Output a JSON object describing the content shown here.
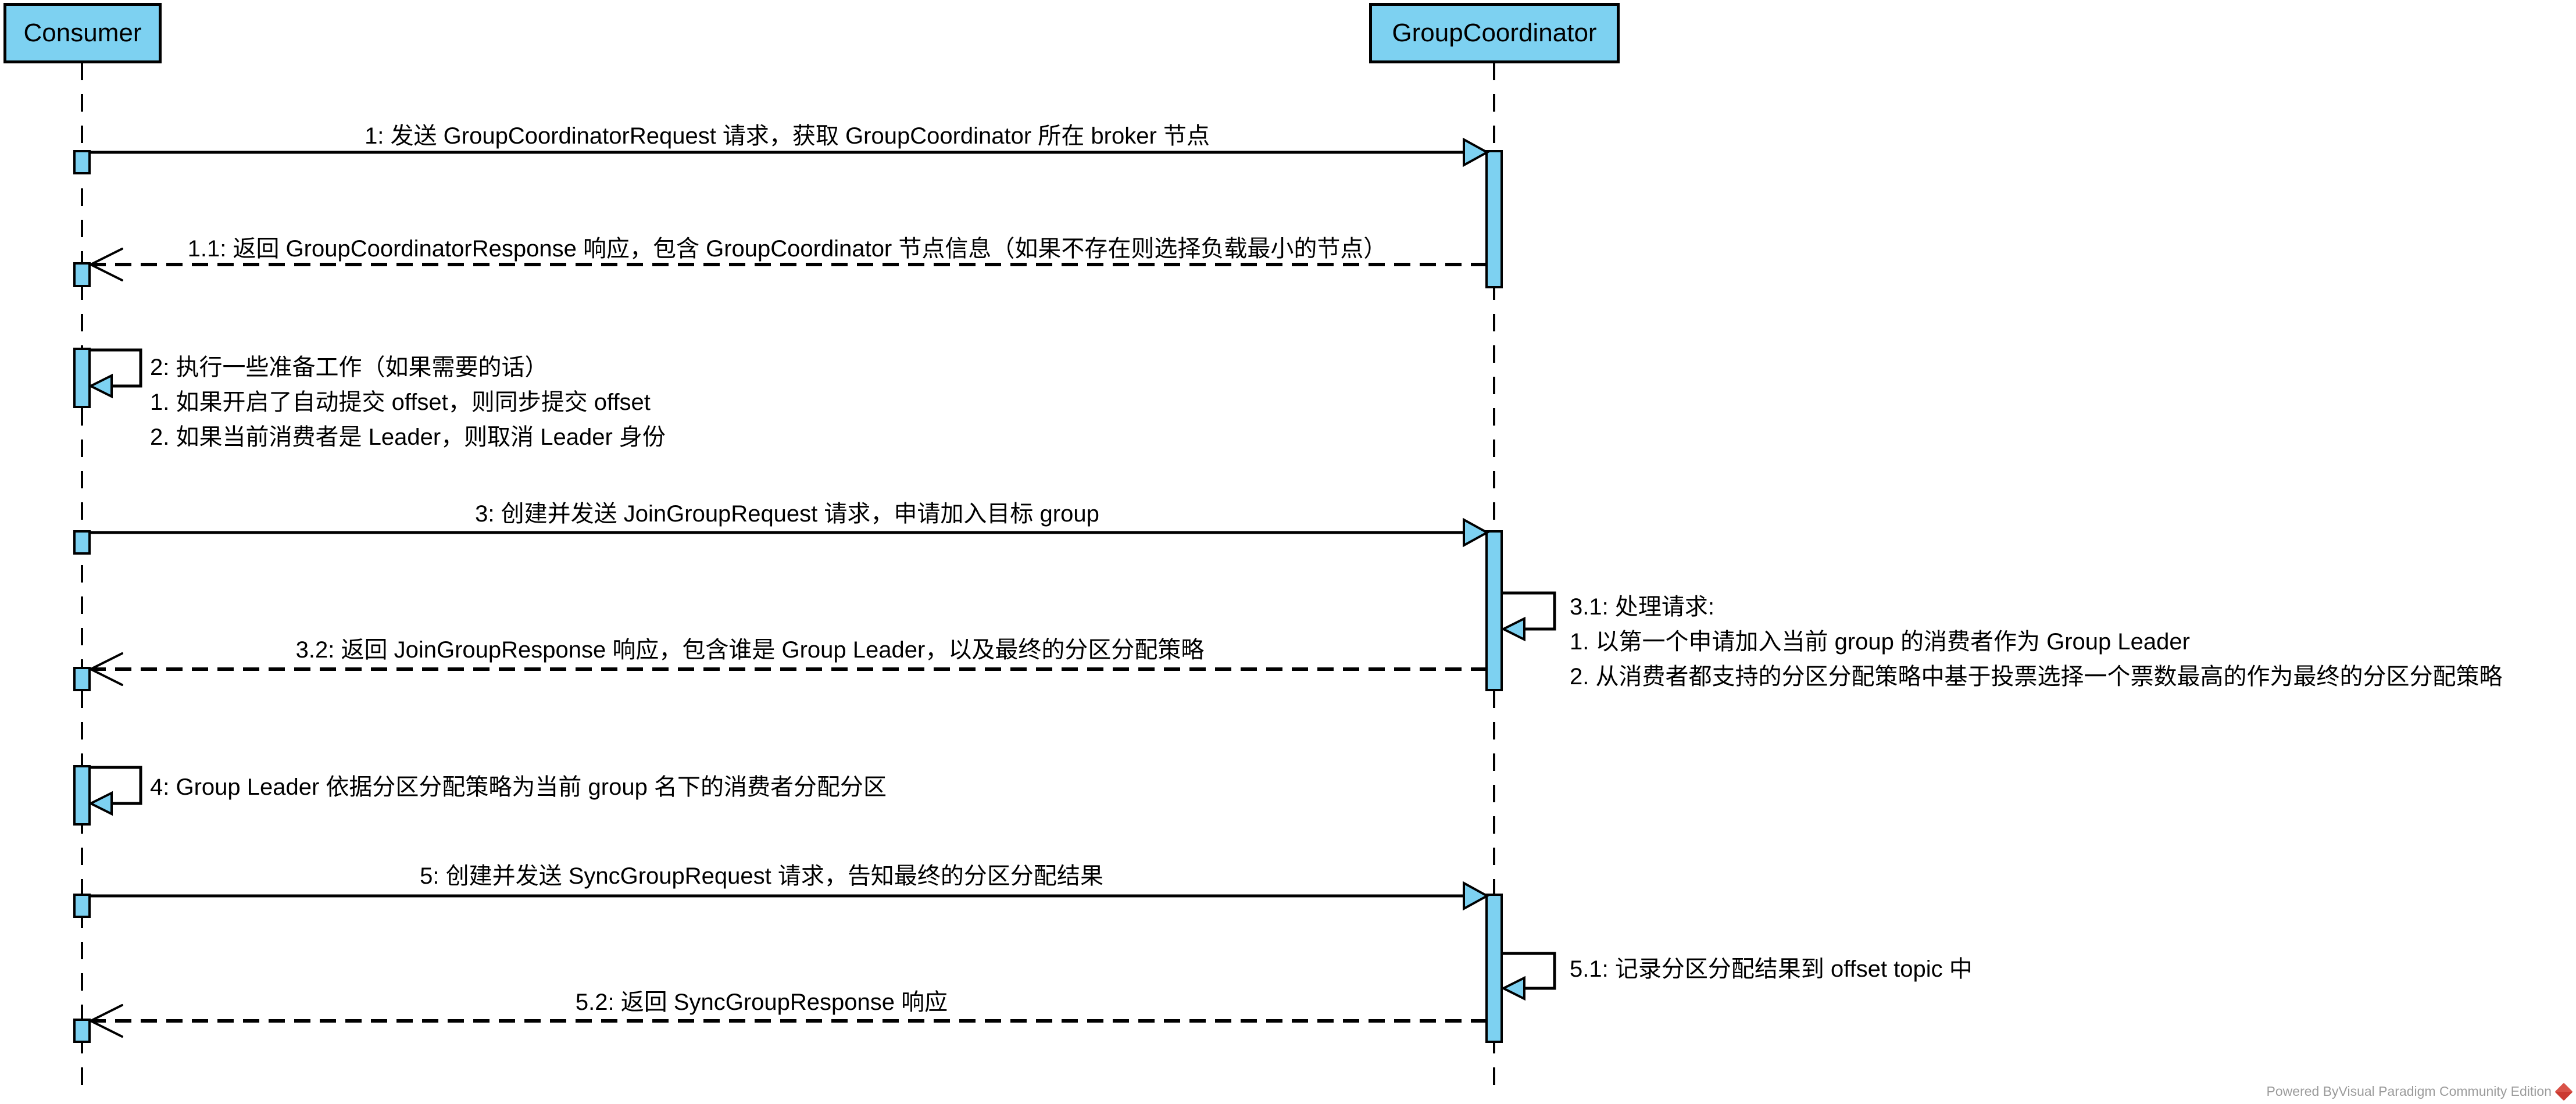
{
  "actors": [
    {
      "name": "Consumer"
    },
    {
      "name": "GroupCoordinator"
    }
  ],
  "messages": [
    {
      "seq": "1",
      "type": "request",
      "from": "Consumer",
      "to": "GroupCoordinator",
      "label": "1: 发送 GroupCoordinatorRequest 请求，获取 GroupCoordinator 所在 broker 节点"
    },
    {
      "seq": "1.1",
      "type": "return",
      "from": "GroupCoordinator",
      "to": "Consumer",
      "label": "1.1: 返回 GroupCoordinatorResponse 响应，包含 GroupCoordinator 节点信息（如果不存在则选择负载最小的节点）"
    },
    {
      "seq": "2",
      "type": "self",
      "from": "Consumer",
      "to": "Consumer",
      "lines": [
        "2: 执行一些准备工作（如果需要的话）",
        "1. 如果开启了自动提交 offset，则同步提交 offset",
        "2. 如果当前消费者是 Leader，则取消 Leader 身份"
      ]
    },
    {
      "seq": "3",
      "type": "request",
      "from": "Consumer",
      "to": "GroupCoordinator",
      "label": "3: 创建并发送 JoinGroupRequest 请求，申请加入目标 group"
    },
    {
      "seq": "3.1",
      "type": "self",
      "from": "GroupCoordinator",
      "to": "GroupCoordinator",
      "lines": [
        "3.1: 处理请求:",
        "1. 以第一个申请加入当前 group 的消费者作为 Group Leader",
        "2. 从消费者都支持的分区分配策略中基于投票选择一个票数最高的作为最终的分区分配策略"
      ]
    },
    {
      "seq": "3.2",
      "type": "return",
      "from": "GroupCoordinator",
      "to": "Consumer",
      "label": "3.2: 返回 JoinGroupResponse 响应，包含谁是 Group Leader，以及最终的分区分配策略"
    },
    {
      "seq": "4",
      "type": "self",
      "from": "Consumer",
      "to": "Consumer",
      "label": "4: Group Leader 依据分区分配策略为当前 group 名下的消费者分配分区"
    },
    {
      "seq": "5",
      "type": "request",
      "from": "Consumer",
      "to": "GroupCoordinator",
      "label": "5: 创建并发送 SyncGroupRequest 请求，告知最终的分区分配结果"
    },
    {
      "seq": "5.1",
      "type": "self",
      "from": "GroupCoordinator",
      "to": "GroupCoordinator",
      "label": "5.1: 记录分区分配结果到 offset topic 中"
    },
    {
      "seq": "5.2",
      "type": "return",
      "from": "GroupCoordinator",
      "to": "Consumer",
      "label": "5.2: 返回 SyncGroupResponse 响应"
    }
  ],
  "watermark": {
    "text": "Powered ByVisual Paradigm Community Edition"
  },
  "colors": {
    "actor_fill": "#7DD1F1",
    "line": "#000000",
    "watermark_text": "#9B9B9B",
    "watermark_logo": "#CB3A31"
  }
}
